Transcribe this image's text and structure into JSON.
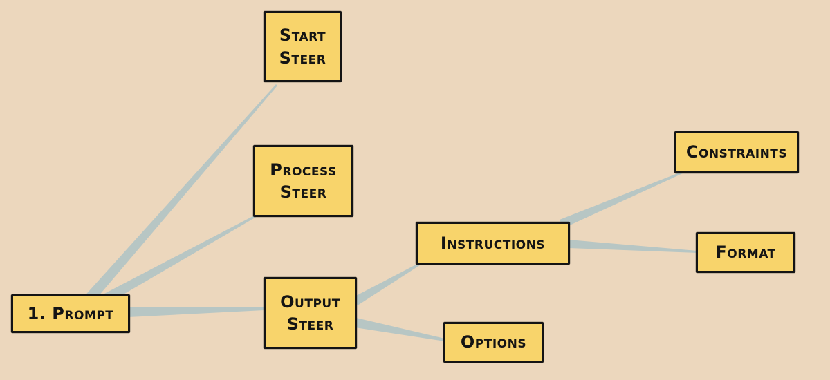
{
  "canvas": {
    "background": "#ecd7bd",
    "node_fill": "#f8d46b",
    "node_border": "#141414",
    "connector_color": "#b7c6c4"
  },
  "nodes": {
    "prompt": {
      "label": "1. Prompt"
    },
    "start_steer": {
      "label": "Start\nSteer"
    },
    "process_steer": {
      "label": "Process\nSteer"
    },
    "output_steer": {
      "label": "Output\nSteer"
    },
    "instructions": {
      "label": "Instructions"
    },
    "options": {
      "label": "Options"
    },
    "constraints": {
      "label": "Constraints"
    },
    "format": {
      "label": "Format"
    }
  },
  "connections": [
    {
      "from": "prompt",
      "to": "start_steer"
    },
    {
      "from": "prompt",
      "to": "process_steer"
    },
    {
      "from": "prompt",
      "to": "output_steer"
    },
    {
      "from": "output_steer",
      "to": "instructions"
    },
    {
      "from": "output_steer",
      "to": "options"
    },
    {
      "from": "instructions",
      "to": "constraints"
    },
    {
      "from": "instructions",
      "to": "format"
    }
  ]
}
